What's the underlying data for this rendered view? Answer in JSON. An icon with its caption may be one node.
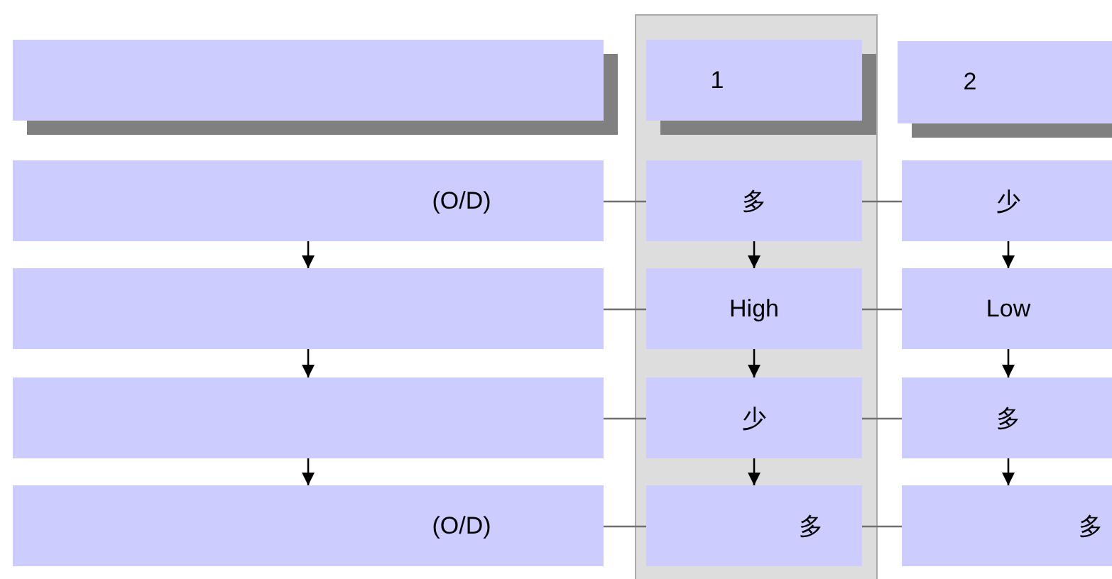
{
  "diagram": {
    "nodes": [
      {
        "text": [],
        "shape": "box"
      },
      {
        "text": [],
        "shape": "box"
      },
      {
        "text": [
          "1"
        ],
        "in": 1
      },
      {
        "text": [
          "2"
        ]
      },
      {
        "text": [
          "(O/D)"
        ]
      },
      {
        "text": [
          "多"
        ],
        "in": 1
      },
      {
        "text": [
          "少"
        ]
      },
      {
        "text": [],
        "shape": "box"
      },
      {
        "text": [
          "High"
        ],
        "in": 1
      },
      {
        "text": [
          "Low"
        ]
      },
      {
        "text": [],
        "shape": "box"
      },
      {
        "text": [
          "少"
        ],
        "in": 1
      },
      {
        "text": [
          "多"
        ]
      },
      {
        "text": [
          "(O/D)"
        ]
      },
      {
        "text": [
          "多"
        ],
        "in": 1
      },
      {
        "text": [
          "多"
        ]
      }
    ],
    "edges": [
      {
        "from": 4,
        "to": 7,
        "arrow": "to",
        "color": "#000000"
      },
      {
        "from": 7,
        "to": 10,
        "arrow": "to",
        "color": "#000000"
      },
      {
        "from": 10,
        "to": 13,
        "arrow": "to",
        "color": "#000000"
      },
      {
        "from": 5,
        "to": 8,
        "arrow": "to",
        "color": "#000000"
      },
      {
        "from": 8,
        "to": 11,
        "arrow": "to",
        "color": "#000000"
      },
      {
        "from": 11,
        "to": 14,
        "arrow": "to",
        "color": "#000000"
      },
      {
        "from": 6,
        "to": 9,
        "arrow": "to",
        "color": "#000000"
      },
      {
        "from": 9,
        "to": 12,
        "arrow": "to",
        "color": "#000000"
      },
      {
        "from": 12,
        "to": 15,
        "arrow": "to",
        "color": "#000000"
      },
      {
        "from": 4,
        "to": 5,
        "arrow": "none",
        "color": "#707070"
      },
      {
        "from": 5,
        "to": 6,
        "arrow": "none",
        "color": "#707070"
      },
      {
        "from": 7,
        "to": 8,
        "arrow": "none",
        "color": "#707070"
      },
      {
        "from": 8,
        "to": 9,
        "arrow": "none",
        "color": "#707070"
      },
      {
        "from": 10,
        "to": 11,
        "arrow": "none",
        "color": "#707070"
      },
      {
        "from": 11,
        "to": 12,
        "arrow": "none",
        "color": "#707070"
      },
      {
        "from": 13,
        "to": 14,
        "arrow": "none",
        "color": "#707070"
      },
      {
        "from": 14,
        "to": 15,
        "arrow": "none",
        "color": "#707070"
      }
    ]
  }
}
